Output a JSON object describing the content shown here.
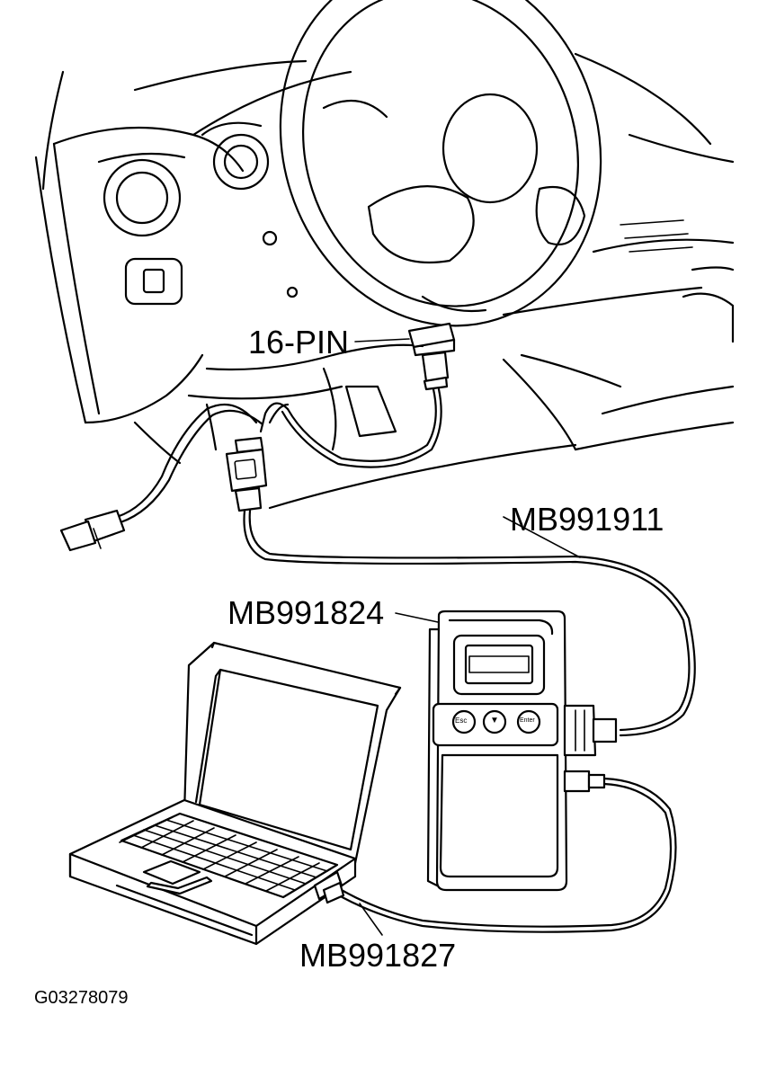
{
  "labels": {
    "connector": "16-PIN",
    "cable_y": "MB991911",
    "interface": "MB991824",
    "usb_cable": "MB991827",
    "figure_id": "G03278079"
  },
  "device_buttons": {
    "left": "Esc",
    "middle": "▼",
    "right": "Enter"
  }
}
